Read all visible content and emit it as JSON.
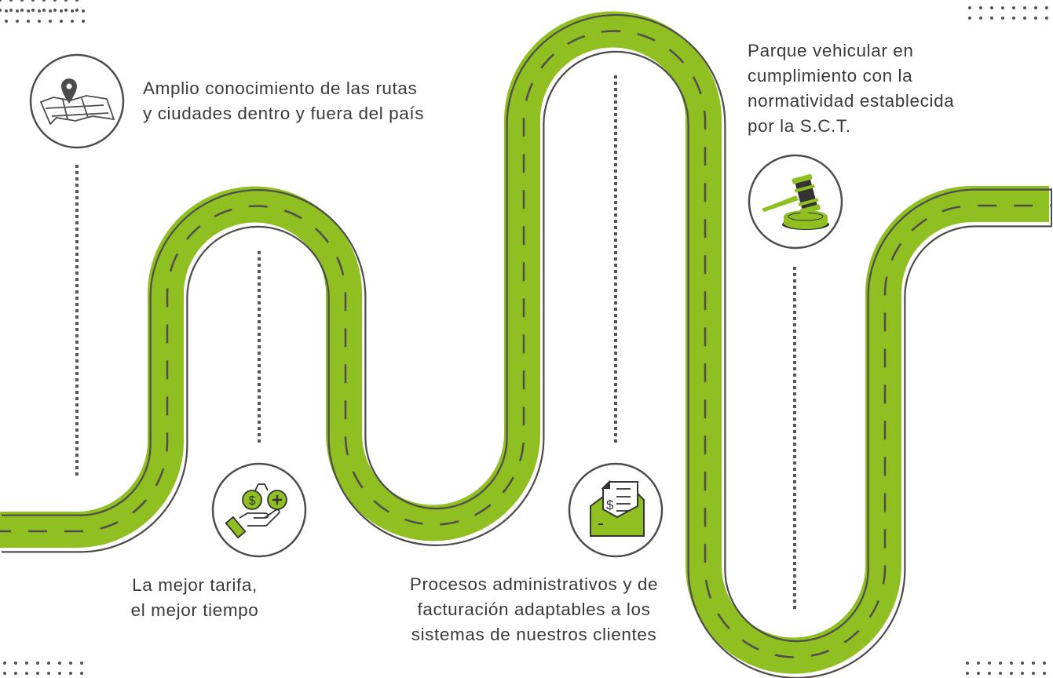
{
  "colors": {
    "road_green": "#8fbf21",
    "line_gray": "#4d4d4d",
    "text": "#3a3a3a"
  },
  "milestones": [
    {
      "icon": "map-pin-icon",
      "lines": [
        "Amplio conocimiento de las rutas",
        "y ciudades dentro y fuera del país"
      ]
    },
    {
      "icon": "money-hand-icon",
      "lines": [
        "La mejor tarifa,",
        "el mejor tiempo"
      ]
    },
    {
      "icon": "invoice-envelope-icon",
      "lines": [
        "Procesos administrativos y de",
        "facturación adaptables a los",
        "sistemas de nuestros clientes"
      ]
    },
    {
      "icon": "gavel-icon",
      "lines": [
        "Parque vehicular en",
        "cumplimiento con la",
        "normatividad establecida",
        "por la S.C.T."
      ]
    }
  ]
}
